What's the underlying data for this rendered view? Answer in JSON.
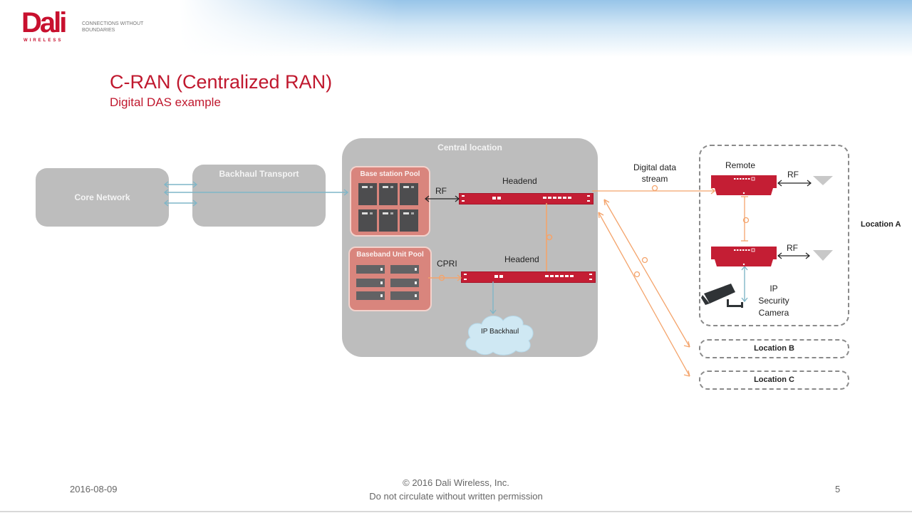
{
  "header": {
    "logo_text": "Dali",
    "logo_sub": "WIRELESS",
    "tagline_line1": "CONNECTIONS WITHOUT",
    "tagline_line2": "BOUNDARIES"
  },
  "slide": {
    "title": "C-RAN (Centralized RAN)",
    "subtitle": "Digital DAS example"
  },
  "diagram": {
    "core_network": "Core Network",
    "backhaul_transport": "Backhaul Transport",
    "central_location": "Central location",
    "base_station_pool": "Base station Pool",
    "baseband_unit_pool": "Baseband Unit Pool",
    "rf_label_central": "RF",
    "cpri_label": "CPRI",
    "headend_top": "Headend",
    "headend_bottom": "Headend",
    "ip_backhaul": "IP Backhaul",
    "digital_stream_line1": "Digital data",
    "digital_stream_line2": "stream",
    "remote_label": "Remote",
    "rf_label_remote_top": "RF",
    "rf_label_remote_bottom": "RF",
    "camera_line1": "IP",
    "camera_line2": "Security",
    "camera_line3": "Camera",
    "location_a": "Location A",
    "location_b": "Location B",
    "location_c": "Location C",
    "colors": {
      "brand_red": "#c41e34",
      "fiber_orange": "#f4a46c",
      "ethernet_blue": "#7fb6c8",
      "box_gray": "#bdbdbd",
      "pool_salmon": "#d9857d"
    }
  },
  "footer": {
    "date": "2016-08-09",
    "copyright": "© 2016 Dali Wireless, Inc.",
    "notice": "Do not circulate without written permission",
    "page_number": "5"
  }
}
